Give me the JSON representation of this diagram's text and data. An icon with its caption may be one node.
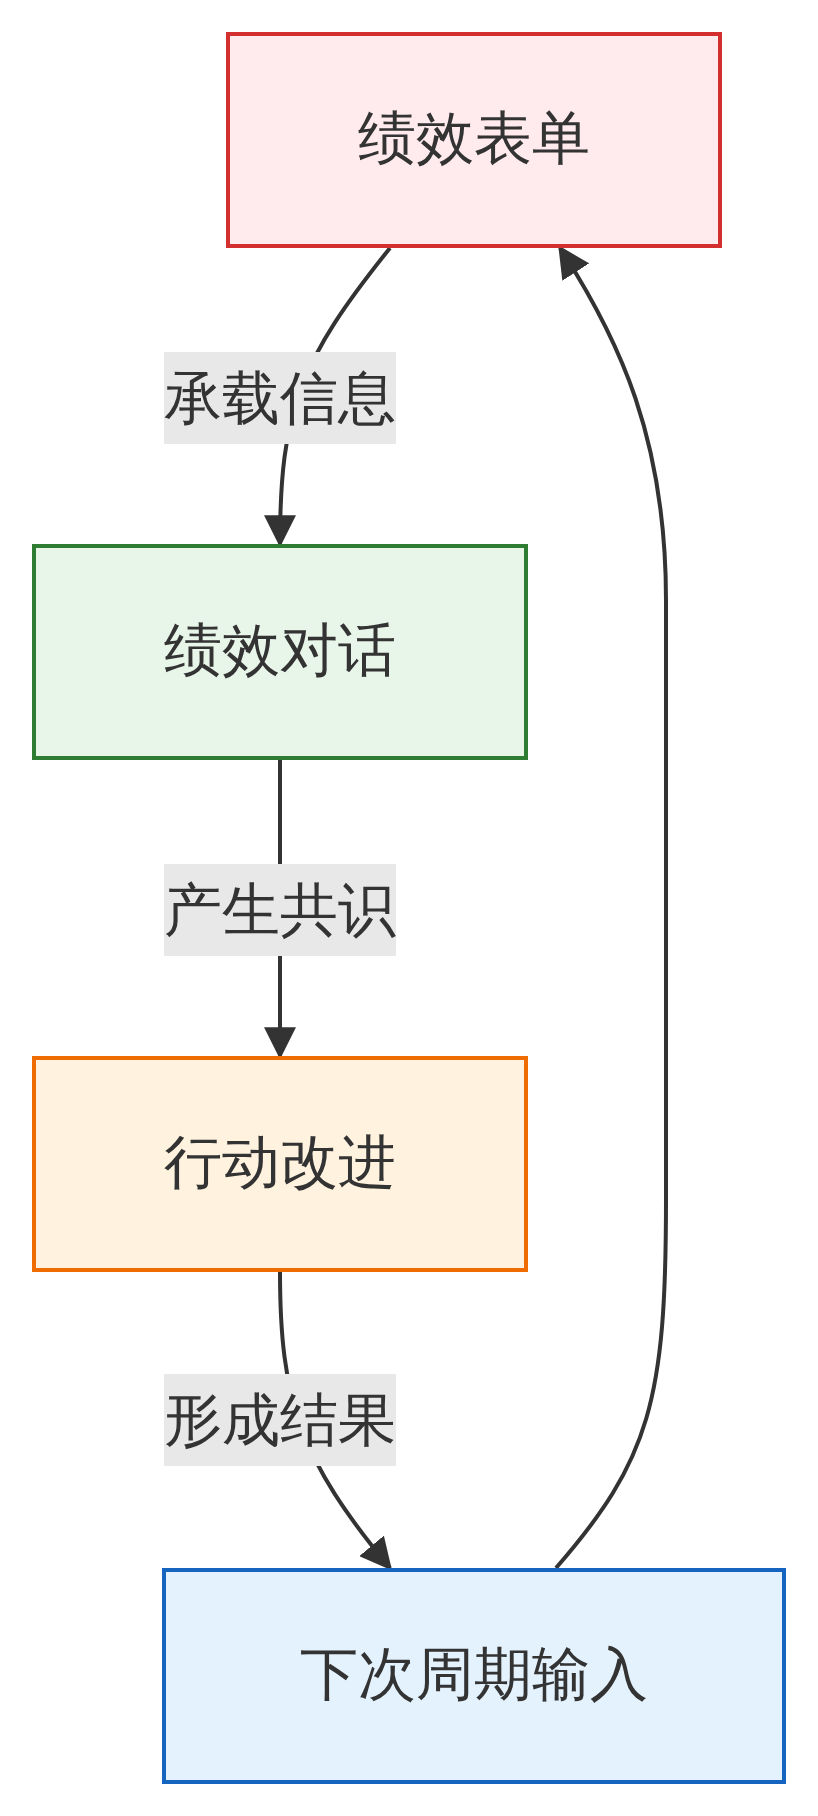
{
  "diagram": {
    "nodes": [
      {
        "text": [
          "绩效表单"
        ]
      },
      {
        "text": [
          "绩效对话"
        ]
      },
      {
        "text": [
          "行动改进"
        ]
      },
      {
        "text": [
          "下次周期输入"
        ]
      }
    ],
    "edges": [
      {
        "from": 0,
        "to": 1,
        "arrow": "to",
        "label": "承载信息"
      },
      {
        "from": 1,
        "to": 2,
        "arrow": "to",
        "label": "产生共识"
      },
      {
        "from": 2,
        "to": 3,
        "arrow": "to",
        "label": "形成结果"
      },
      {
        "from": 3,
        "to": 0,
        "arrow": "to"
      }
    ]
  }
}
